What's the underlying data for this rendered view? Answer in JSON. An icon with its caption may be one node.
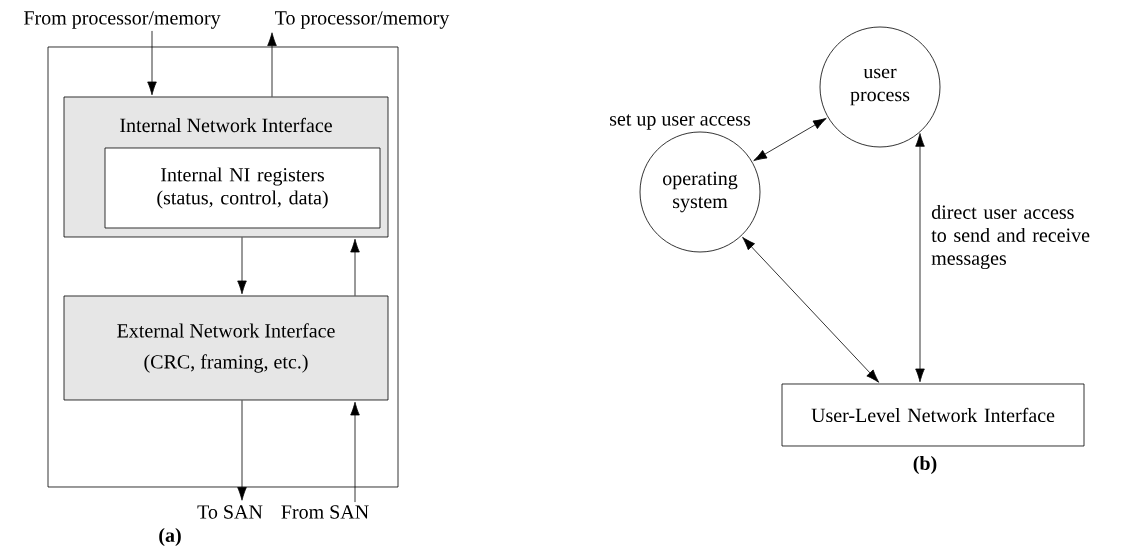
{
  "diagram": {
    "nodes": [
      {
        "text": [],
        "shape": "box"
      },
      {
        "text": [
          "Internal Network Interface"
        ],
        "in": 0
      },
      {
        "text": [
          "Internal NI registers (status, control, data)"
        ],
        "in": 1
      },
      {
        "text": [
          "External Network Interface",
          "(CRC, framing, etc.)"
        ],
        "in": 0
      },
      {
        "text": [
          "From processor/memory"
        ]
      },
      {
        "text": [
          "To processor/memory"
        ]
      },
      {
        "text": [
          "To SAN"
        ]
      },
      {
        "text": [
          "From SAN"
        ]
      },
      {
        "text": [
          "user process"
        ]
      },
      {
        "text": [
          "operating system"
        ]
      },
      {
        "text": [
          "User-Level Network Interface"
        ]
      }
    ],
    "edges": [
      {
        "from": 4,
        "to": 1,
        "arrow": "to"
      },
      {
        "from": 1,
        "to": 5,
        "arrow": "to"
      },
      {
        "from": 1,
        "to": 3,
        "arrow": "to"
      },
      {
        "from": 3,
        "to": 1,
        "arrow": "to"
      },
      {
        "from": 3,
        "to": 6,
        "arrow": "to"
      },
      {
        "from": 7,
        "to": 3,
        "arrow": "to"
      },
      {
        "from": 9,
        "to": 8,
        "arrow": "both",
        "label": "set up user access"
      },
      {
        "from": 9,
        "to": 10,
        "arrow": "both"
      },
      {
        "from": 10,
        "to": 8,
        "arrow": "both",
        "label": "direct user access to send and receive messages"
      }
    ],
    "labels": [
      "(a)",
      "(b)"
    ]
  }
}
